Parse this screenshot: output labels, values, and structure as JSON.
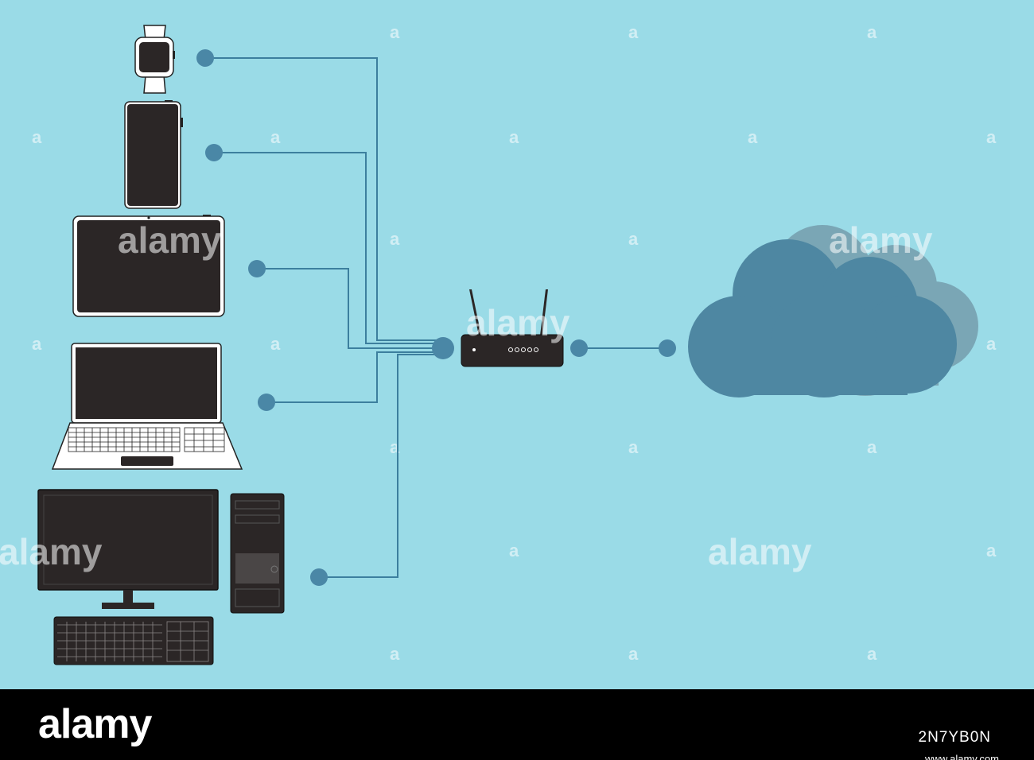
{
  "watermark": {
    "small_mark": "a",
    "big_mark": "alamy"
  },
  "footer": {
    "logo": "alamy",
    "image_code": "2N7YB0N",
    "url": "www.alamy.com"
  },
  "colors": {
    "background": "#9adbe7",
    "connector": "#3c7f9e",
    "node_dot": "#4a87a6",
    "cloud_front": "#4e87a2",
    "cloud_back": "#7aa6b5",
    "device": "#2b2626",
    "footer": "#000000"
  },
  "nodes": {
    "devices": [
      "smartwatch-icon",
      "smartphone-icon",
      "tablet-icon",
      "laptop-icon",
      "desktop-computer-icon"
    ],
    "hub": "router-icon",
    "destination": "cloud-icon"
  }
}
